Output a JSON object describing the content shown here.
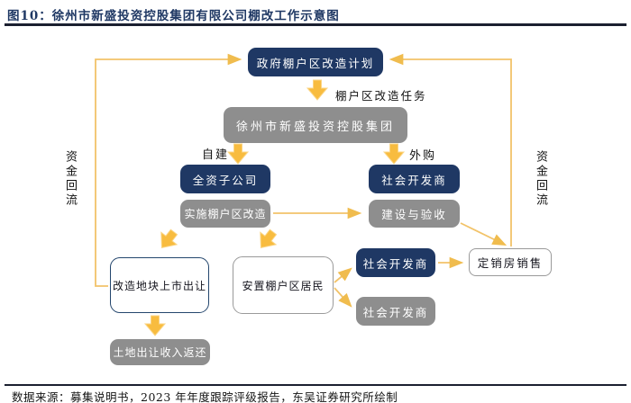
{
  "figure": {
    "title": "图10：徐州市新盛投资控股集团有限公司棚改工作示意图",
    "source": "数据来源：募集说明书，2023 年年度跟踪评级报告，东吴证券研究所绘制"
  },
  "colors": {
    "navy_node": "#1F3864",
    "gray_node": "#8E8E8E",
    "thick_arrow_yellow": "#F8BC3F",
    "line_yellow": "#F2C369",
    "rule_dark": "#1B2030"
  },
  "diagram": {
    "nodes": {
      "gov_plan": "政府棚户区改造计划",
      "group": "徐州市新盛投资控股集团",
      "subsidiary": "全资子公司",
      "developer_purchase": "社会开发商",
      "implement": "实施棚户区改造",
      "construction": "建设与验收",
      "land_transfer": "改造地块上市出让",
      "resettle": "安置棚户区居民",
      "developer_sale_navy": "社会开发商",
      "developer_sale_gray": "社会开发商",
      "fixed_price_sale": "定销房销售",
      "land_income": "土地出让收入返还"
    },
    "labels": {
      "task": "棚户区改造任务",
      "self_build": "自建",
      "purchase": "外购",
      "capital_return_left": "资金回流",
      "capital_return_right": "资金回流"
    }
  }
}
